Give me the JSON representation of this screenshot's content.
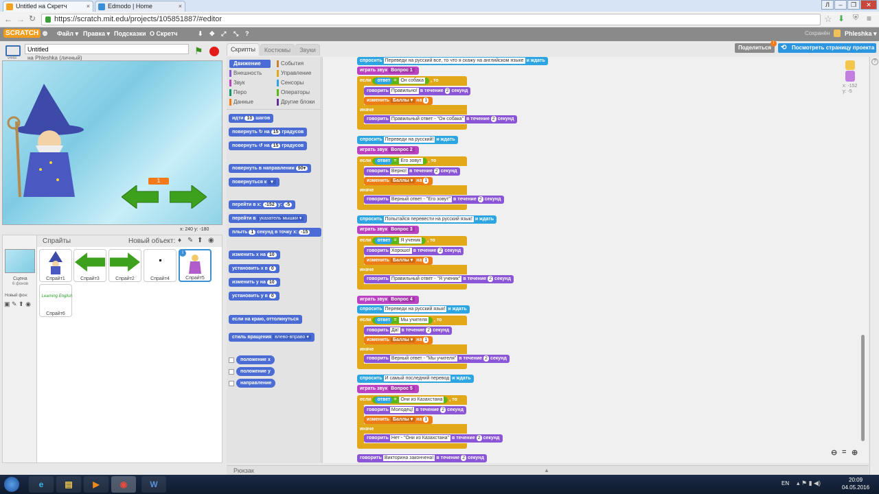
{
  "browser": {
    "tabs": [
      {
        "title": "Untitled на Скретч"
      },
      {
        "title": "Edmodo | Home"
      }
    ],
    "window_buttons": [
      "Л",
      "–",
      "❐",
      "✕"
    ],
    "url": "https://scratch.mit.edu/projects/105851887/#editor"
  },
  "menubar": {
    "logo": "SCRATCH",
    "items": [
      "Файл ▾",
      "Правка ▾",
      "Подсказки",
      "О Скретч"
    ],
    "saved": "Сохранён",
    "user": "Phleshka ▾"
  },
  "project": {
    "title": "Untitled",
    "owner": "на Phleshka (личный)",
    "version": "v448",
    "share": "Поделиться",
    "see_page": "Посмотреть страницу проекта"
  },
  "stage": {
    "score_display": "1",
    "coords_label": "x: 240  y: -180"
  },
  "sprites_panel": {
    "title": "Спрайты",
    "new_object": "Новый объект:",
    "stage_label": "Сцена",
    "stage_backdrops": "6 фонов",
    "new_backdrop": "Новый фон:",
    "sprites": [
      {
        "name": "Спрайт1"
      },
      {
        "name": "Спрайт3"
      },
      {
        "name": "Спрайт2"
      },
      {
        "name": "Спрайт4"
      },
      {
        "name": "Спрайт5"
      },
      {
        "name": "Спрайт6"
      }
    ],
    "sprite6_text": "Learning English"
  },
  "tabs": [
    "Скрипты",
    "Костюмы",
    "Звуки"
  ],
  "categories_left": [
    "Движение",
    "Внешность",
    "Звук",
    "Перо",
    "Данные"
  ],
  "categories_right": [
    "События",
    "Управление",
    "Сенсоры",
    "Операторы",
    "Другие блоки"
  ],
  "category_colors": {
    "motion": "#4a6cd4",
    "looks": "#8a55d7",
    "sound": "#bb42c3",
    "pen": "#0e9a6c",
    "data": "#ee7d16",
    "events": "#c88330",
    "control": "#e1a91a",
    "sensing": "#2ca5e2",
    "operators": "#5cb712",
    "more": "#632d99"
  },
  "palette": {
    "move": {
      "text": "идти",
      "value": "10",
      "suffix": "шагов"
    },
    "turn_right": {
      "text": "повернуть ↻ на",
      "value": "15",
      "suffix": "градусов"
    },
    "turn_left": {
      "text": "повернуть ↺ на",
      "value": "15",
      "suffix": "градусов"
    },
    "point_dir": {
      "text": "повернуть в направлении",
      "value": "90▾"
    },
    "point_towards": {
      "text": "повернуться к",
      "value": "▾"
    },
    "goto_xy": {
      "text": "перейти в x:",
      "x": "-152",
      "ylabel": "y:",
      "y": "-5"
    },
    "goto": {
      "text": "перейти в",
      "value": "указатель мышки ▾"
    },
    "glide": {
      "text": "плыть",
      "value": "1",
      "mid": "секунд в точку x:",
      "x": "-15"
    },
    "change_x": {
      "text": "изменить х на",
      "value": "10"
    },
    "set_x": {
      "text": "установить х в",
      "value": "0"
    },
    "change_y": {
      "text": "изменить у на",
      "value": "10"
    },
    "set_y": {
      "text": "установить у в",
      "value": "0"
    },
    "bounce": "если на краю, оттолкнуться",
    "rotation": {
      "text": "стиль вращения",
      "value": "влево-вправо ▾"
    },
    "reporters": [
      "положение x",
      "положение y",
      "направление"
    ]
  },
  "script": {
    "q1_ask": "Переведи на русский все, то что я скажу на английском языке",
    "answers": [
      "Он собака",
      "Его зовут",
      "Я ученик",
      "Мы учителя",
      "Они из Казахстана"
    ],
    "asks": [
      "Переведи на русский!",
      "Попытайся перевести на русский язык!",
      "Переведи на русский язык!",
      "И самый последний перевод"
    ],
    "sounds": [
      "Вопрос 1",
      "Вопрос 2",
      "Вопрос 3",
      "Вопрос 4",
      "Вопрос 5"
    ],
    "correct": [
      "Правильно!",
      "Верно!",
      "Хорошо!",
      "Да!",
      "Молодец!"
    ],
    "wrong": [
      "Правильный ответ - \"Он собака\"",
      "Верный ответ - \"Его зовут\"",
      "Правильный ответ - \"Я ученик\"",
      "Верный ответ - \"Мы учителя\"",
      "Нет - \"Они из Казахстана\""
    ],
    "final": "Викторина закончена!",
    "kw_ask": "спросить",
    "kw_wait": "и ждать",
    "kw_play": "играть звук",
    "kw_if": "если",
    "kw_answer": "ответ",
    "kw_then": ", то",
    "kw_say": "говорить",
    "kw_for": "в течение",
    "kw_secs": "секунд",
    "kw_change": "изменить",
    "kw_var": "Баллы ▾",
    "kw_by": "на",
    "kw_else": "иначе",
    "one": "1",
    "two": "2"
  },
  "sprite_info": {
    "x": "x: -152",
    "y": "y: -5"
  },
  "backpack": "Рюкзак",
  "taskbar": {
    "lang": "EN",
    "time": "20:09",
    "date": "04.05.2016"
  }
}
